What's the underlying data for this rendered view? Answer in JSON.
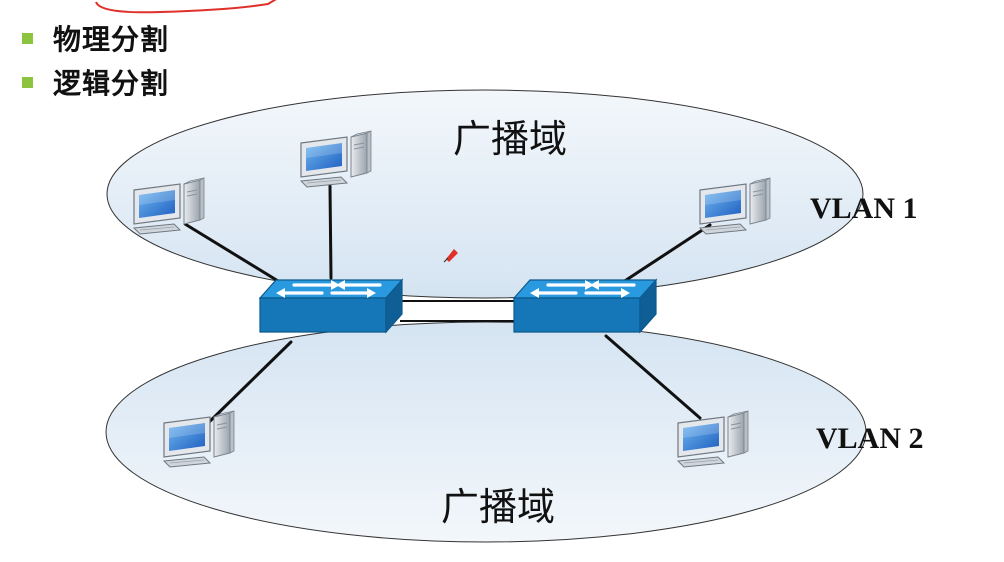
{
  "bullets": [
    {
      "label": "物理分割"
    },
    {
      "label": "逻辑分割"
    }
  ],
  "diagram": {
    "top_domain_label": "广播域",
    "bottom_domain_label": "广播域",
    "vlan1_label": "VLAN 1",
    "vlan2_label": "VLAN 2"
  },
  "colors": {
    "bullet": "#8dc43f",
    "ellipse_fill": "#dde9f4",
    "switch_face": "#1d8fd0",
    "annotation": "#e0302a"
  }
}
